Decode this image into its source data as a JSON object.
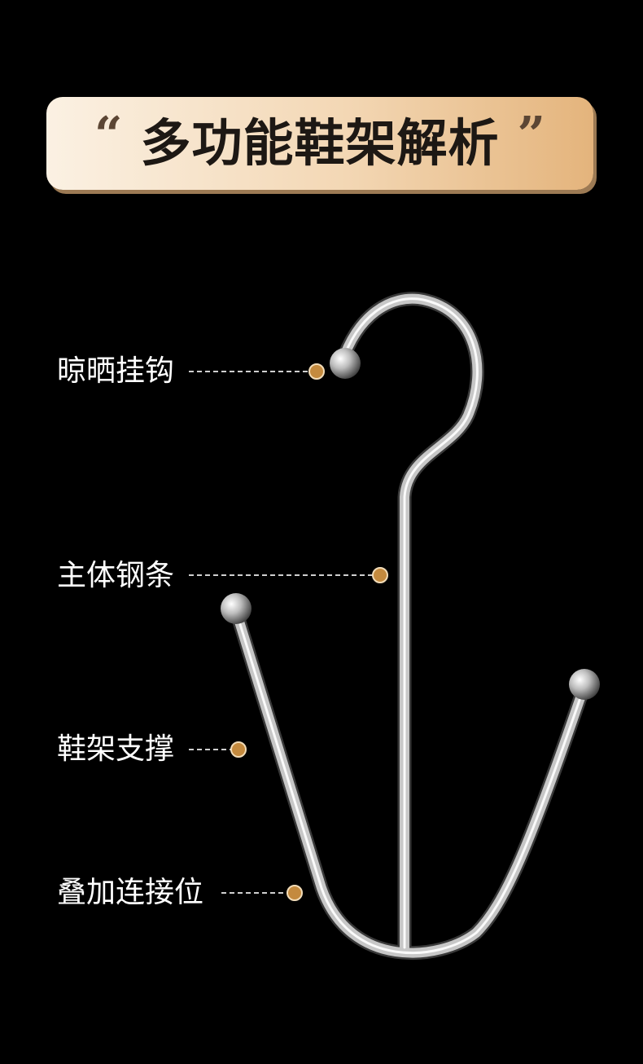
{
  "title": {
    "open_quote": "“",
    "text": "多功能鞋架解析",
    "close_quote": "”"
  },
  "callouts": [
    {
      "label": "晾晒挂钩"
    },
    {
      "label": "主体钢条"
    },
    {
      "label": "鞋架支撑"
    },
    {
      "label": "叠加连接位"
    }
  ],
  "colors": {
    "background": "#000000",
    "banner_light": "#fbf1e3",
    "banner_dark": "#e4b47c",
    "marker": "#c48a3e",
    "leader_line": "#cfcfcf"
  }
}
